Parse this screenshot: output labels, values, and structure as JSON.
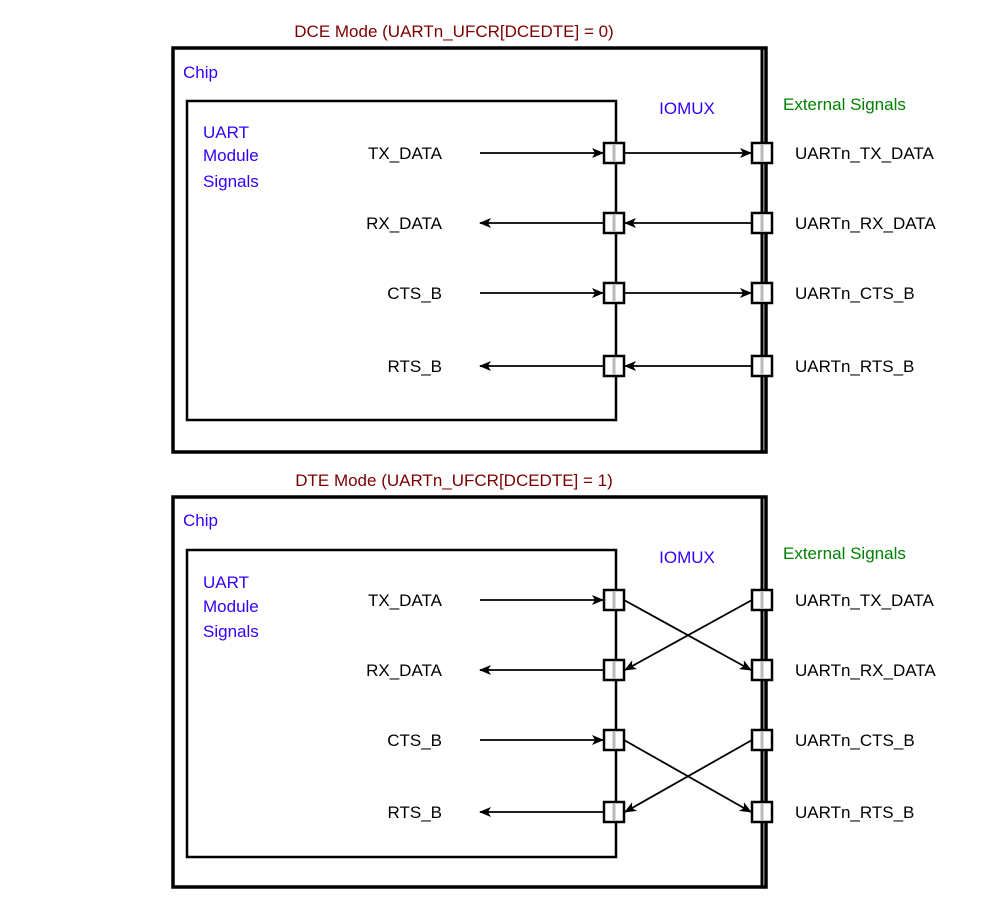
{
  "panels": [
    {
      "id": "dce",
      "title": "DCE Mode (UARTn_UFCR[DCEDTE] = 0)",
      "chip_label": "Chip",
      "module_label": [
        "UART",
        "Module",
        "Signals"
      ],
      "iomux_label": "IOMUX",
      "external_label": "External Signals",
      "module_signals": [
        {
          "name": "TX_DATA",
          "direction": "out"
        },
        {
          "name": "RX_DATA",
          "direction": "in"
        },
        {
          "name": "CTS_B",
          "direction": "out"
        },
        {
          "name": "RTS_B",
          "direction": "in"
        }
      ],
      "external_signals": [
        "UARTn_TX_DATA",
        "UARTn_RX_DATA",
        "UARTn_CTS_B",
        "UARTn_RTS_B"
      ],
      "connections": [
        {
          "from_module": 0,
          "to_external": 0,
          "direction": "out"
        },
        {
          "from_module": 1,
          "to_external": 1,
          "direction": "in"
        },
        {
          "from_module": 2,
          "to_external": 2,
          "direction": "out"
        },
        {
          "from_module": 3,
          "to_external": 3,
          "direction": "in"
        }
      ]
    },
    {
      "id": "dte",
      "title": "DTE Mode (UARTn_UFCR[DCEDTE] = 1)",
      "chip_label": "Chip",
      "module_label": [
        "UART",
        "Module",
        "Signals"
      ],
      "iomux_label": "IOMUX",
      "external_label": "External Signals",
      "module_signals": [
        {
          "name": "TX_DATA",
          "direction": "out"
        },
        {
          "name": "RX_DATA",
          "direction": "in"
        },
        {
          "name": "CTS_B",
          "direction": "out"
        },
        {
          "name": "RTS_B",
          "direction": "in"
        }
      ],
      "external_signals": [
        "UARTn_TX_DATA",
        "UARTn_RX_DATA",
        "UARTn_CTS_B",
        "UARTn_RTS_B"
      ],
      "connections": [
        {
          "from_module": 0,
          "to_external": 1,
          "direction": "out"
        },
        {
          "from_module": 1,
          "to_external": 0,
          "direction": "in"
        },
        {
          "from_module": 2,
          "to_external": 3,
          "direction": "out"
        },
        {
          "from_module": 3,
          "to_external": 2,
          "direction": "in"
        }
      ]
    }
  ]
}
